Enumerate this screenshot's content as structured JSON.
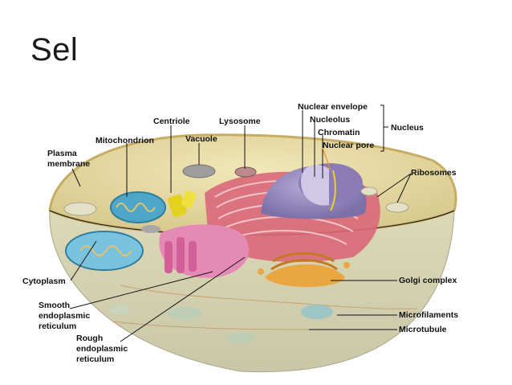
{
  "slide": {
    "title": "Sel"
  },
  "labels": {
    "nuclear_envelope": "Nuclear envelope",
    "nucleolus": "Nucleolus",
    "chromatin": "Chromatin",
    "nuclear_pore": "Nuclear pore",
    "nucleus": "Nucleus",
    "centriole": "Centriole",
    "lysosome": "Lysosome",
    "mitochondrion": "Mitochondrion",
    "vacuole": "Vacuole",
    "plasma_line1": "Plasma",
    "plasma_line2": "membrane",
    "ribosomes": "Ribosomes",
    "cytoplasm": "Cytoplasm",
    "golgi": "Golgi complex",
    "smooth_er_line1": "Smooth",
    "smooth_er_line2": "endoplasmic",
    "smooth_er_line3": "reticulum",
    "microfilaments": "Microfilaments",
    "microtubule": "Microtubule",
    "rough_er_line1": "Rough",
    "rough_er_line2": "endoplasmic",
    "rough_er_line3": "reticulum"
  },
  "colors": {
    "cytoplasm": "#e9dca4",
    "membrane": "#d9c27a",
    "nucleus": "#9a8cc0",
    "nucleolus": "#c9c1e2",
    "rough_er": "#c8505f",
    "smooth_er": "#e07aa6",
    "golgi": "#e8a340",
    "mitochondrion": "#4ea6c8",
    "centriole": "#e2d21e",
    "vacuole": "#a8a8a8",
    "lysosome": "#b98b8b"
  }
}
